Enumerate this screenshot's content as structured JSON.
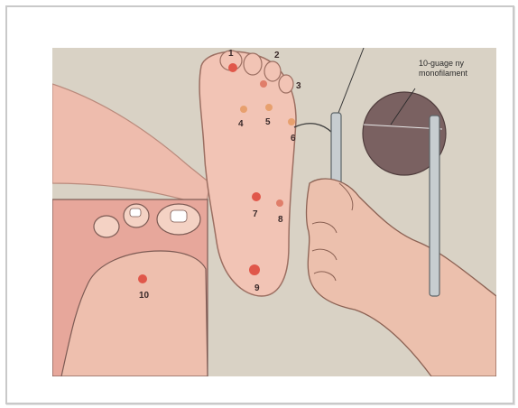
{
  "figure": {
    "callout_line1": "10-guage ny",
    "callout_line2": "monofilament"
  },
  "points": [
    {
      "label": "1"
    },
    {
      "label": "2"
    },
    {
      "label": "3"
    },
    {
      "label": "4"
    },
    {
      "label": "5"
    },
    {
      "label": "6"
    },
    {
      "label": "7"
    },
    {
      "label": "8"
    },
    {
      "label": "9"
    },
    {
      "label": "10"
    }
  ],
  "colors": {
    "background": "#d9d2c5",
    "skin": "#f0c1b3",
    "test_site": "#e0574a",
    "inset_bg": "#e7a79b",
    "magnifier": "#7a6161"
  }
}
